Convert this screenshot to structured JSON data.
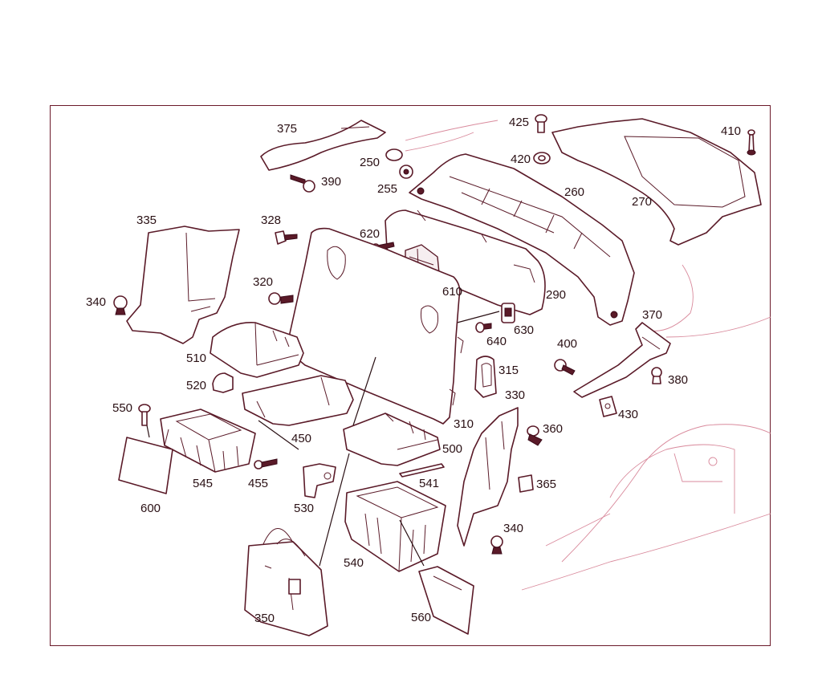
{
  "diagram": {
    "labels": {
      "p375": "375",
      "p425": "425",
      "p410": "410",
      "p420": "420",
      "p250": "250",
      "p390": "390",
      "p255": "255",
      "p260": "260",
      "p270": "270",
      "p335": "335",
      "p328": "328",
      "p620": "620",
      "p320": "320",
      "p610": "610",
      "p290": "290",
      "p340a": "340",
      "p370": "370",
      "p630": "630",
      "p640": "640",
      "p400": "400",
      "p510": "510",
      "p315": "315",
      "p380": "380",
      "p520": "520",
      "p330": "330",
      "p430": "430",
      "p550": "550",
      "p310": "310",
      "p360": "360",
      "p450": "450",
      "p500": "500",
      "p545": "545",
      "p455": "455",
      "p541": "541",
      "p365": "365",
      "p600": "600",
      "p530": "530",
      "p340b": "340",
      "p540": "540",
      "p350": "350",
      "p560": "560"
    },
    "colors": {
      "frame": "#6b1a2a",
      "line": "#5a1a28",
      "ghost": "#d98a9c",
      "text": "#2a1014"
    }
  }
}
